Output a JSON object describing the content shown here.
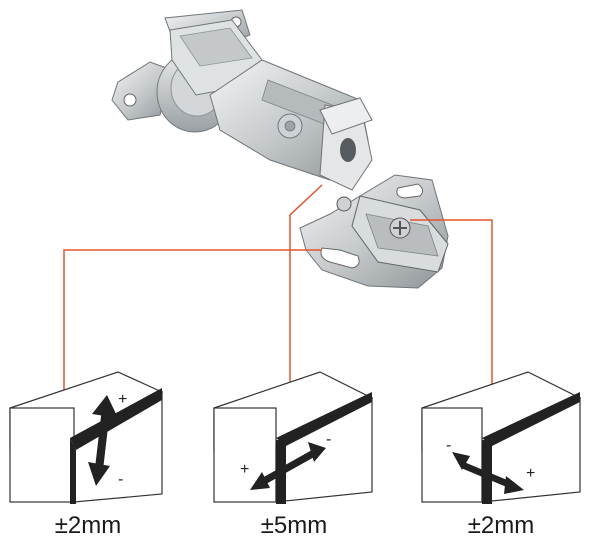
{
  "colors": {
    "leader": "#e0562b",
    "metal_light": "#eef0f0",
    "metal_mid": "#bfc3c5",
    "metal_dark": "#7c8286",
    "outline": "#444444",
    "bar": "#222222"
  },
  "icons": [
    "hinge-image",
    "adjustment-arrow-icon",
    "leader-arrow-icon"
  ],
  "adjustments": [
    {
      "label": "±2mm",
      "plus": "+",
      "minus": "-",
      "direction": "vertical"
    },
    {
      "label": "±5mm",
      "plus": "-",
      "minus": "+",
      "direction": "depth"
    },
    {
      "label": "±2mm",
      "plus": "-",
      "minus": "+",
      "direction": "side"
    }
  ]
}
